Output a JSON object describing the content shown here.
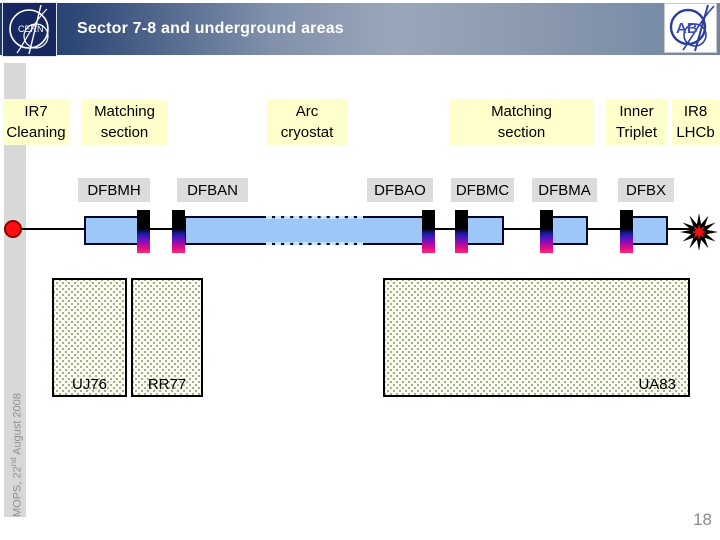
{
  "header": {
    "title": "Sector 7-8 and underground areas",
    "cern_logo_text": "CERN",
    "ab_logo_text": "AB"
  },
  "section_labels": {
    "ir7": {
      "line1": "IR7",
      "line2": "Cleaning"
    },
    "matching_left": {
      "line1": "Matching",
      "line2": "section"
    },
    "arc": {
      "line1": "Arc",
      "line2": "cryostat"
    },
    "matching_right": {
      "line1": "Matching",
      "line2": "section"
    },
    "inner_triplet": {
      "line1": "Inner",
      "line2": "Triplet"
    },
    "ir8": {
      "line1": "IR8",
      "line2": "LHCb"
    }
  },
  "feedbox_labels": {
    "dfbmh": "DFBMH",
    "dfban": "DFBAN",
    "dfbao": "DFBAO",
    "dfbmc": "DFBMC",
    "dfbma": "DFBMA",
    "dfbx": "DFBX"
  },
  "underground_areas": {
    "uj76": "UJ76",
    "rr77": "RR77",
    "ua83": "UA83"
  },
  "sidebar": {
    "prefix": "MOPS, 22",
    "sup": "nd",
    "suffix": " August 2008"
  },
  "footer": {
    "page_number": "18"
  },
  "colors": {
    "banner_dark": "#1d3867",
    "banner_light": "#9aa7ba",
    "label_yellow": "#ffffcc",
    "label_gray": "#dcdcdc",
    "cryostat_blue": "#9dc7f6",
    "marker_black": "#000000",
    "marker_magenta": "#ff2b6e",
    "beam_endpoint_red": "#ff0f0f",
    "dotted_pattern_green": "#7d9b68"
  }
}
